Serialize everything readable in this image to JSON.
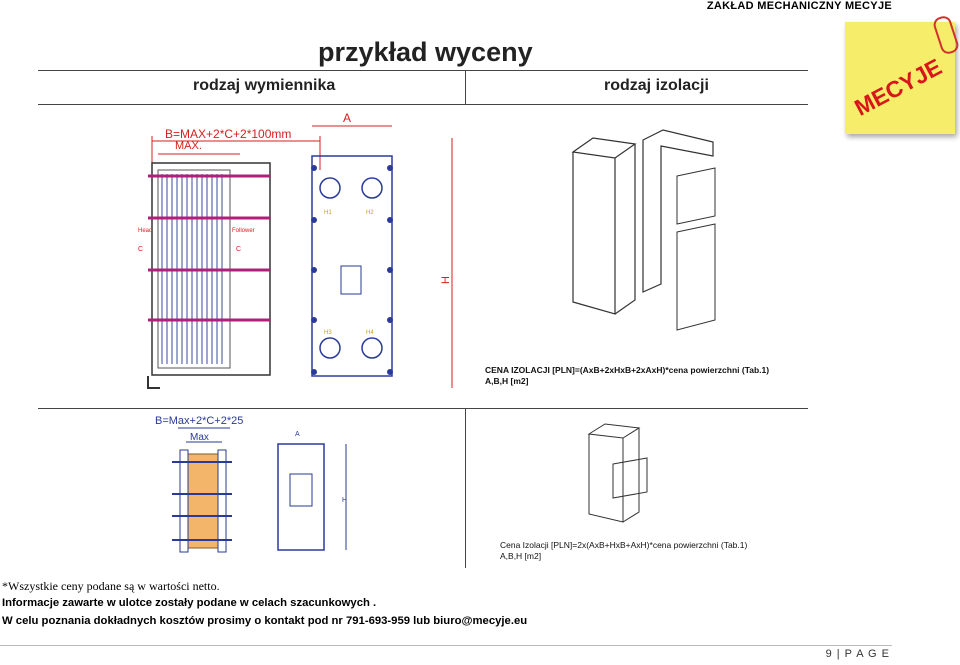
{
  "header": {
    "company": "ZAKŁAD MECHANICZNY MECYJE"
  },
  "logo": {
    "text": "MECYJE"
  },
  "page_title": "przykład wyceny",
  "sections": {
    "left_title": "rodzaj wymiennika",
    "right_title": "rodzaj izolacji"
  },
  "diagram_top_left": {
    "dim_formula": "B=MAX+2*C+2*100mm",
    "max_label": "MAX.",
    "head_label": "Head",
    "follower_label": "Follower",
    "c_label_1": "C",
    "c_label_2": "C",
    "a_label": "A",
    "h_label": "H",
    "port_labels": [
      "H1",
      "H2",
      "H3",
      "H4"
    ]
  },
  "diagram_bottom_left": {
    "dim_formula": "B=Max+2*C+2*25",
    "max_label": "Max",
    "a_label": "A",
    "h_label": "H"
  },
  "insulation_top": {
    "formula": "CENA IZOLACJI [PLN]=(AxB+2xHxB+2xAxH)*cena powierzchni (Tab.1)",
    "units": "A,B,H [m2]"
  },
  "insulation_bottom": {
    "formula": "Cena Izolacji [PLN]=2x(AxB+HxB+AxH)*cena powierzchni (Tab.1)",
    "units": "A,B,H [m2]"
  },
  "footer": {
    "line1": "*Wszystkie ceny podane są w wartości netto.",
    "line2": "Informacje zawarte w ulotce zostały podane w celach szacunkowych .",
    "line3": "W celu poznania dokładnych kosztów prosimy o kontakt pod nr 791-693-959 lub biuro@mecyje.eu"
  },
  "page": {
    "number": "9",
    "label": "P A G E"
  },
  "colors": {
    "dimension_red": "#d91e1e",
    "plate_blue": "#2a3a9a",
    "bar_magenta": "#b0207a",
    "plate_orange": "#f2b56a",
    "note_yellow": "#f6ee6a"
  }
}
